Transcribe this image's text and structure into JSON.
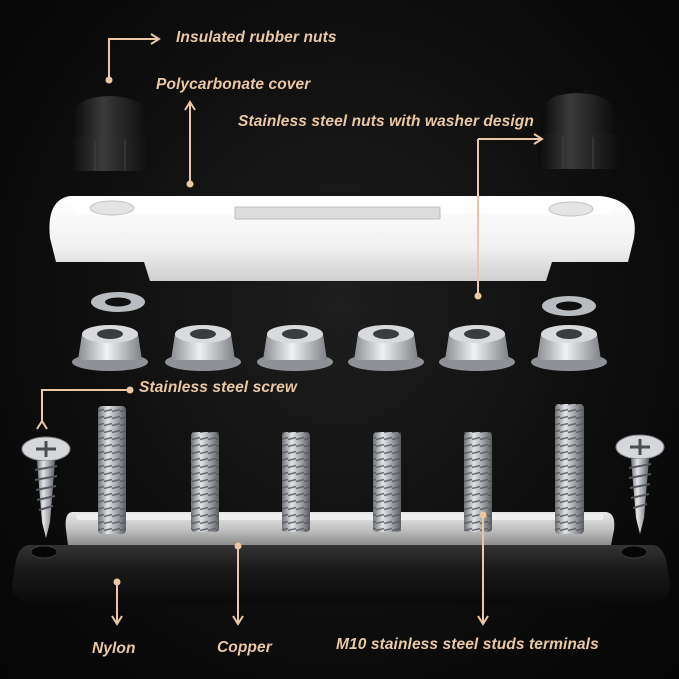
{
  "labels": {
    "rubber_nuts": "Insulated rubber nuts",
    "cover": "Polycarbonate cover",
    "steel_nuts": "Stainless steel nuts with washer design",
    "screw": "Stainless steel screw",
    "nylon": "Nylon",
    "copper": "Copper",
    "studs": "M10 stainless steel studs terminals"
  },
  "colors": {
    "label_text": "#e9c8a3",
    "leader_line": "#e9c8a3",
    "cover_white": "#ffffff",
    "base_black": "#1a1a1a",
    "steel": "#b9bcc0",
    "rubber_cap": "#1c1c1c"
  }
}
